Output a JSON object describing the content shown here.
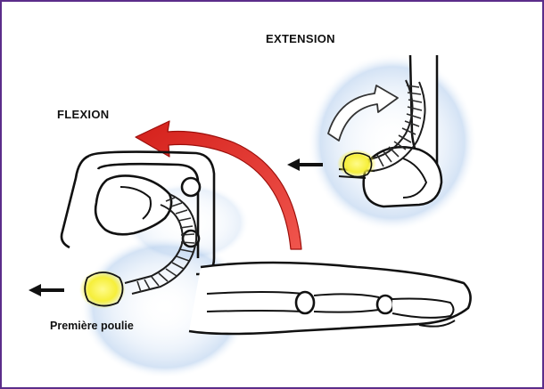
{
  "labels": {
    "extension": "EXTENSION",
    "flexion": "FLEXION",
    "first_pulley": "Première poulie"
  },
  "colors": {
    "frame": "#5b2d8a",
    "arrow": "#e02a24",
    "glow": "#f6ef3a",
    "halo": "#a8c7ec",
    "ink": "#111111"
  },
  "icons": {
    "red_curved_arrow": "curved-arrow",
    "white_curved_arrow": "curved-arrow-outline",
    "pull_arrows": "left-arrow"
  }
}
